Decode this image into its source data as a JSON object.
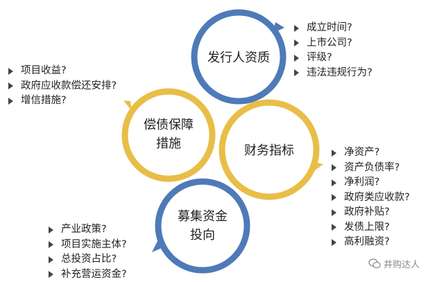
{
  "colors": {
    "blue": "#4e7ab8",
    "gold": "#e8be48",
    "text": "#1f1f1f",
    "arrow": "#444444",
    "watermark": "#8a8a8a"
  },
  "nodes": {
    "issuer": {
      "lines": [
        "发行人资质"
      ],
      "color": "blue"
    },
    "guarantee": {
      "lines": [
        "偿债保障",
        "措施"
      ],
      "color": "gold"
    },
    "finance": {
      "lines": [
        "财务指标"
      ],
      "color": "gold"
    },
    "funds": {
      "lines": [
        "募集资金",
        "投向"
      ],
      "color": "blue"
    }
  },
  "lists": {
    "issuer": [
      "成立时间?",
      "上市公司?",
      "评级?",
      "违法违规行为?"
    ],
    "guarantee": [
      "项目收益?",
      "政府应收款偿还安排?",
      "增信措施?"
    ],
    "finance": [
      "净资产?",
      "资产负债率?",
      "净利润?",
      "政府类应收款?",
      "政府补贴?",
      "发债上限?",
      "高利融资?"
    ],
    "funds": [
      "产业政策?",
      "项目实施主体?",
      "总投资占比?",
      "补充营运资金?"
    ]
  },
  "watermark": {
    "text": "井购达人",
    "icon": "wechat-icon"
  }
}
